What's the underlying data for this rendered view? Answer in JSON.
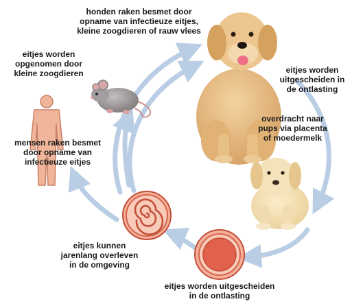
{
  "diagram": {
    "labels": {
      "dogs_infected": "honden raken besmet door\nopname van infectieuze eitjes,\nkleine zoogdieren of rauw vlees",
      "eggs_small_mammals": "eitjes worden\nopgenomen door\nkleine zoogdieren",
      "eggs_excreted_dog": "eitjes worden\nuitgescheiden in\nde ontlasting",
      "transfer_pups": "overdracht naar\npups via placenta\nof moedermelk",
      "humans_infected": "mensen raken besmet\ndoor opname van\ninfectieuze eitjes",
      "eggs_survive": "eitjes kunnen\njarenlang overleven\nin de omgeving",
      "eggs_excreted_pup": "eitjes worden uitgescheiden\nin de ontlasting"
    },
    "icons": [
      "adult-dog-icon",
      "puppy-icon",
      "mouse-icon",
      "human-figure-icon",
      "coiled-egg-icon",
      "egg-icon"
    ],
    "colors": {
      "arrow": "#b9cde4",
      "egg_ring": "#d6634a",
      "egg_fill": "#e0624c",
      "human_skin": "#f0b59a",
      "dog_fur": "#e3b97e",
      "puppy_fur": "#f1dcb0",
      "mouse_fur": "#9a9496"
    }
  }
}
